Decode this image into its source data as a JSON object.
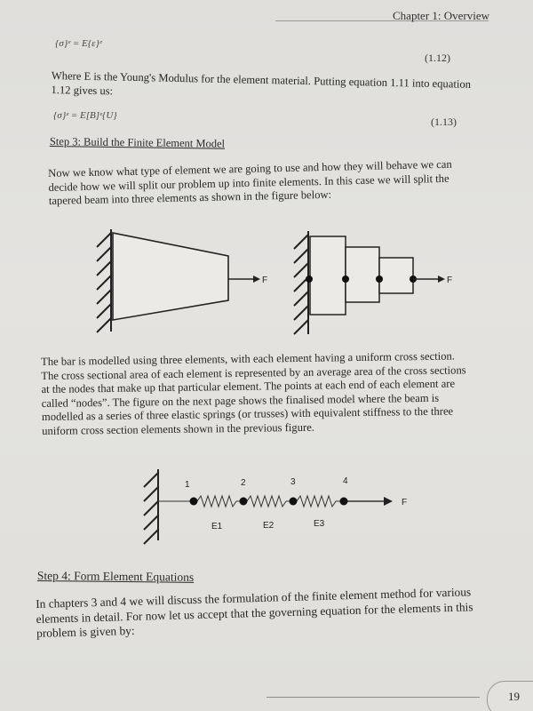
{
  "header": {
    "chapter_title": "Chapter 1: Overview"
  },
  "equations": {
    "eq_1_12": {
      "formula": "{σ}ᵉ = E{ε}ᵉ",
      "number": "(1.12)"
    },
    "eq_1_13": {
      "formula": "{σ}ᵉ = E[B]ᵉ{U}",
      "number": "(1.13)"
    }
  },
  "paragraphs": {
    "youngs_line1": "Where E is the Young's Modulus for the element material. Putting equation 1.11 into equation",
    "youngs_line2": "1.12 gives us:",
    "step3_title": "Step 3: Build the Finite Element Model",
    "step3_line1": "Now we know what type of element we are going to use and how they will behave we can",
    "step3_line2": "decide how we will split our problem up into finite elements. In this case we will split the",
    "step3_line3": "tapered beam into three elements as shown in the figure below:",
    "bar_line1": "The bar is modelled using three elements, with each element having a uniform cross section.",
    "bar_line2": "The cross sectional area of each element is represented by an average area of the cross sections",
    "bar_line3": "at the nodes that make up that particular element. The points at each end of each element are",
    "bar_line4": "called “nodes”. The figure on the next page shows the finalised model where the beam is",
    "bar_line5": "modelled as a series of three elastic springs (or trusses) with equivalent stiffness to the three",
    "bar_line6": "uniform cross section elements shown in the previous figure.",
    "step4_title": "Step 4: Form Element Equations",
    "step4_line1": "In chapters 3 and 4 we will discuss the formulation of the finite element method for various",
    "step4_line2": "elements in detail. For now let us accept that the governing equation for the elements in this",
    "step4_line3": "problem is given by:"
  },
  "figure_beam": {
    "force_label_left": "F",
    "force_label_right": "F"
  },
  "figure_springs": {
    "node_labels": [
      "1",
      "2",
      "3",
      "4"
    ],
    "element_labels": [
      "E1",
      "E2",
      "E3"
    ],
    "force_label": "F"
  },
  "footer": {
    "page_number": "19"
  }
}
